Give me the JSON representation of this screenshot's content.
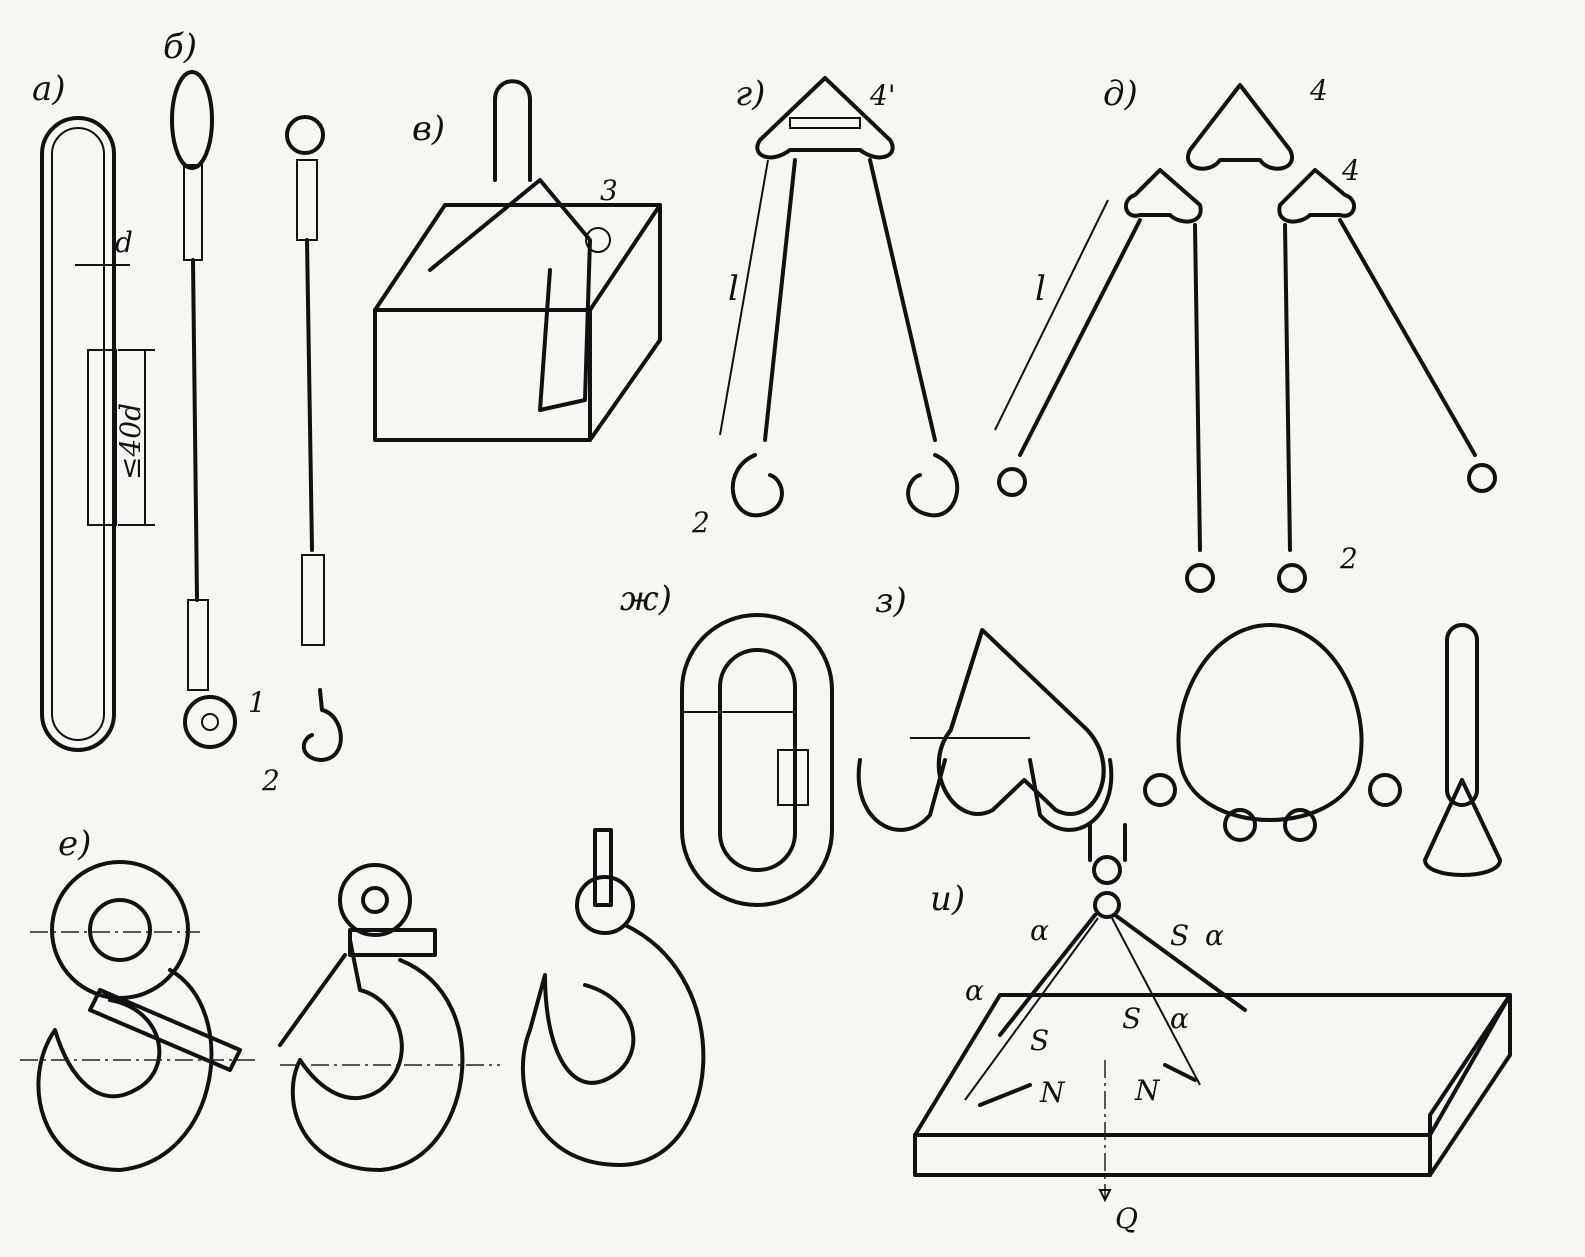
{
  "figure_labels": {
    "a": "а)",
    "b": "б)",
    "v": "в)",
    "g": "г)",
    "d": "д)",
    "e": "е)",
    "zh": "ж)",
    "z": "з)",
    "i": "и)"
  },
  "annotations": {
    "diameter": "d",
    "splice_length": "≤40d",
    "part_1": "1",
    "part_2": "2",
    "part_3": "3",
    "part_4": "4",
    "part_4_prime": "4'",
    "length": "l",
    "angle": "α",
    "force_s": "S",
    "force_n": "N",
    "load_q": "Q"
  },
  "colors": {
    "ink": "#111111",
    "paper": "#f6f6f3"
  }
}
